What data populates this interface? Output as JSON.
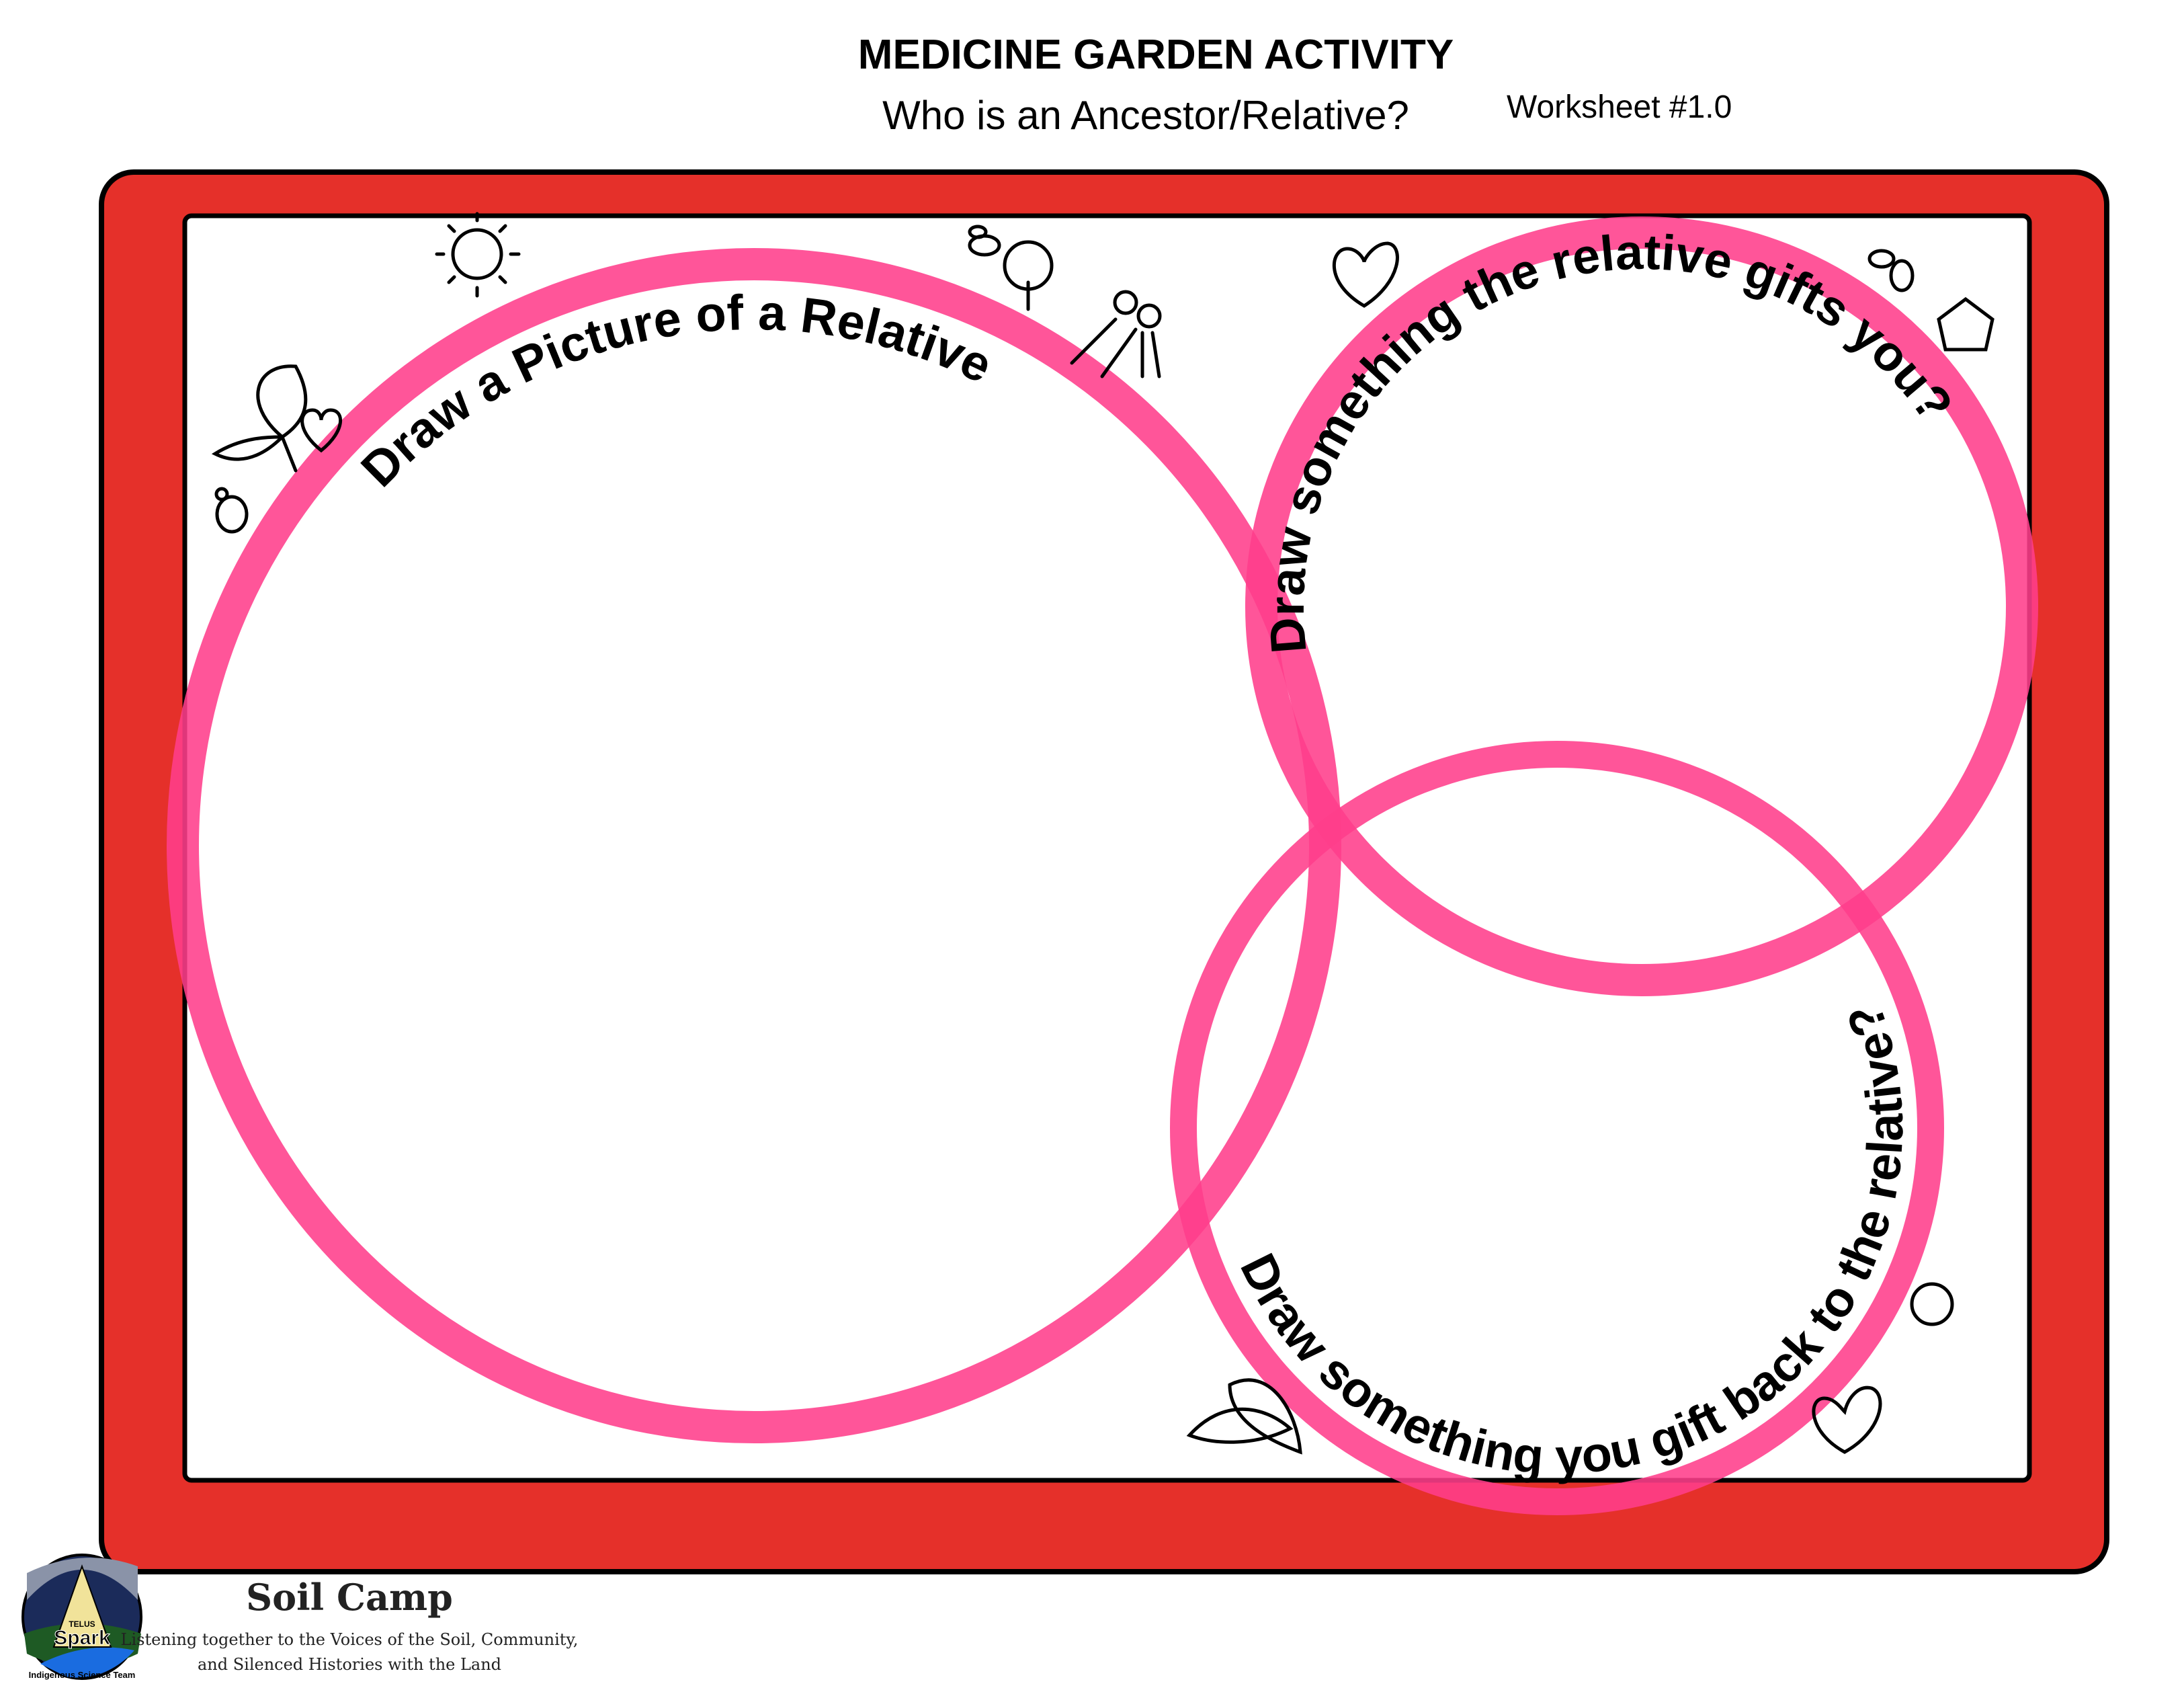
{
  "header": {
    "title": "MEDICINE GARDEN ACTIVITY",
    "subtitle": "Who is an Ancestor/Relative?",
    "worksheet": "Worksheet #1.0"
  },
  "circles": {
    "relative": "Draw a Picture of a Relative",
    "gift_to_you": "Draw something the relative gifts you?",
    "gift_back": "Draw something you gift back to the relative?"
  },
  "footer": {
    "logo_top": "TELUS",
    "logo_brand": "Spark",
    "logo_ring": "Indigenous Science Team",
    "camp_name": "Soil Camp",
    "tagline_1": "Listening together to the Voices of the Soil, Community,",
    "tagline_2": "and Silenced Histories with the Land"
  },
  "colors": {
    "frame": "#e5302a",
    "ring": "#ff3d8b",
    "ink": "#000000"
  },
  "icons": [
    "sun-icon",
    "leaf-icon",
    "heart-icon",
    "mouse-icon",
    "bee-icon",
    "tree-icon",
    "people-icon",
    "house-icon",
    "butterfly-icon",
    "leaves-icon",
    "face-icon"
  ]
}
